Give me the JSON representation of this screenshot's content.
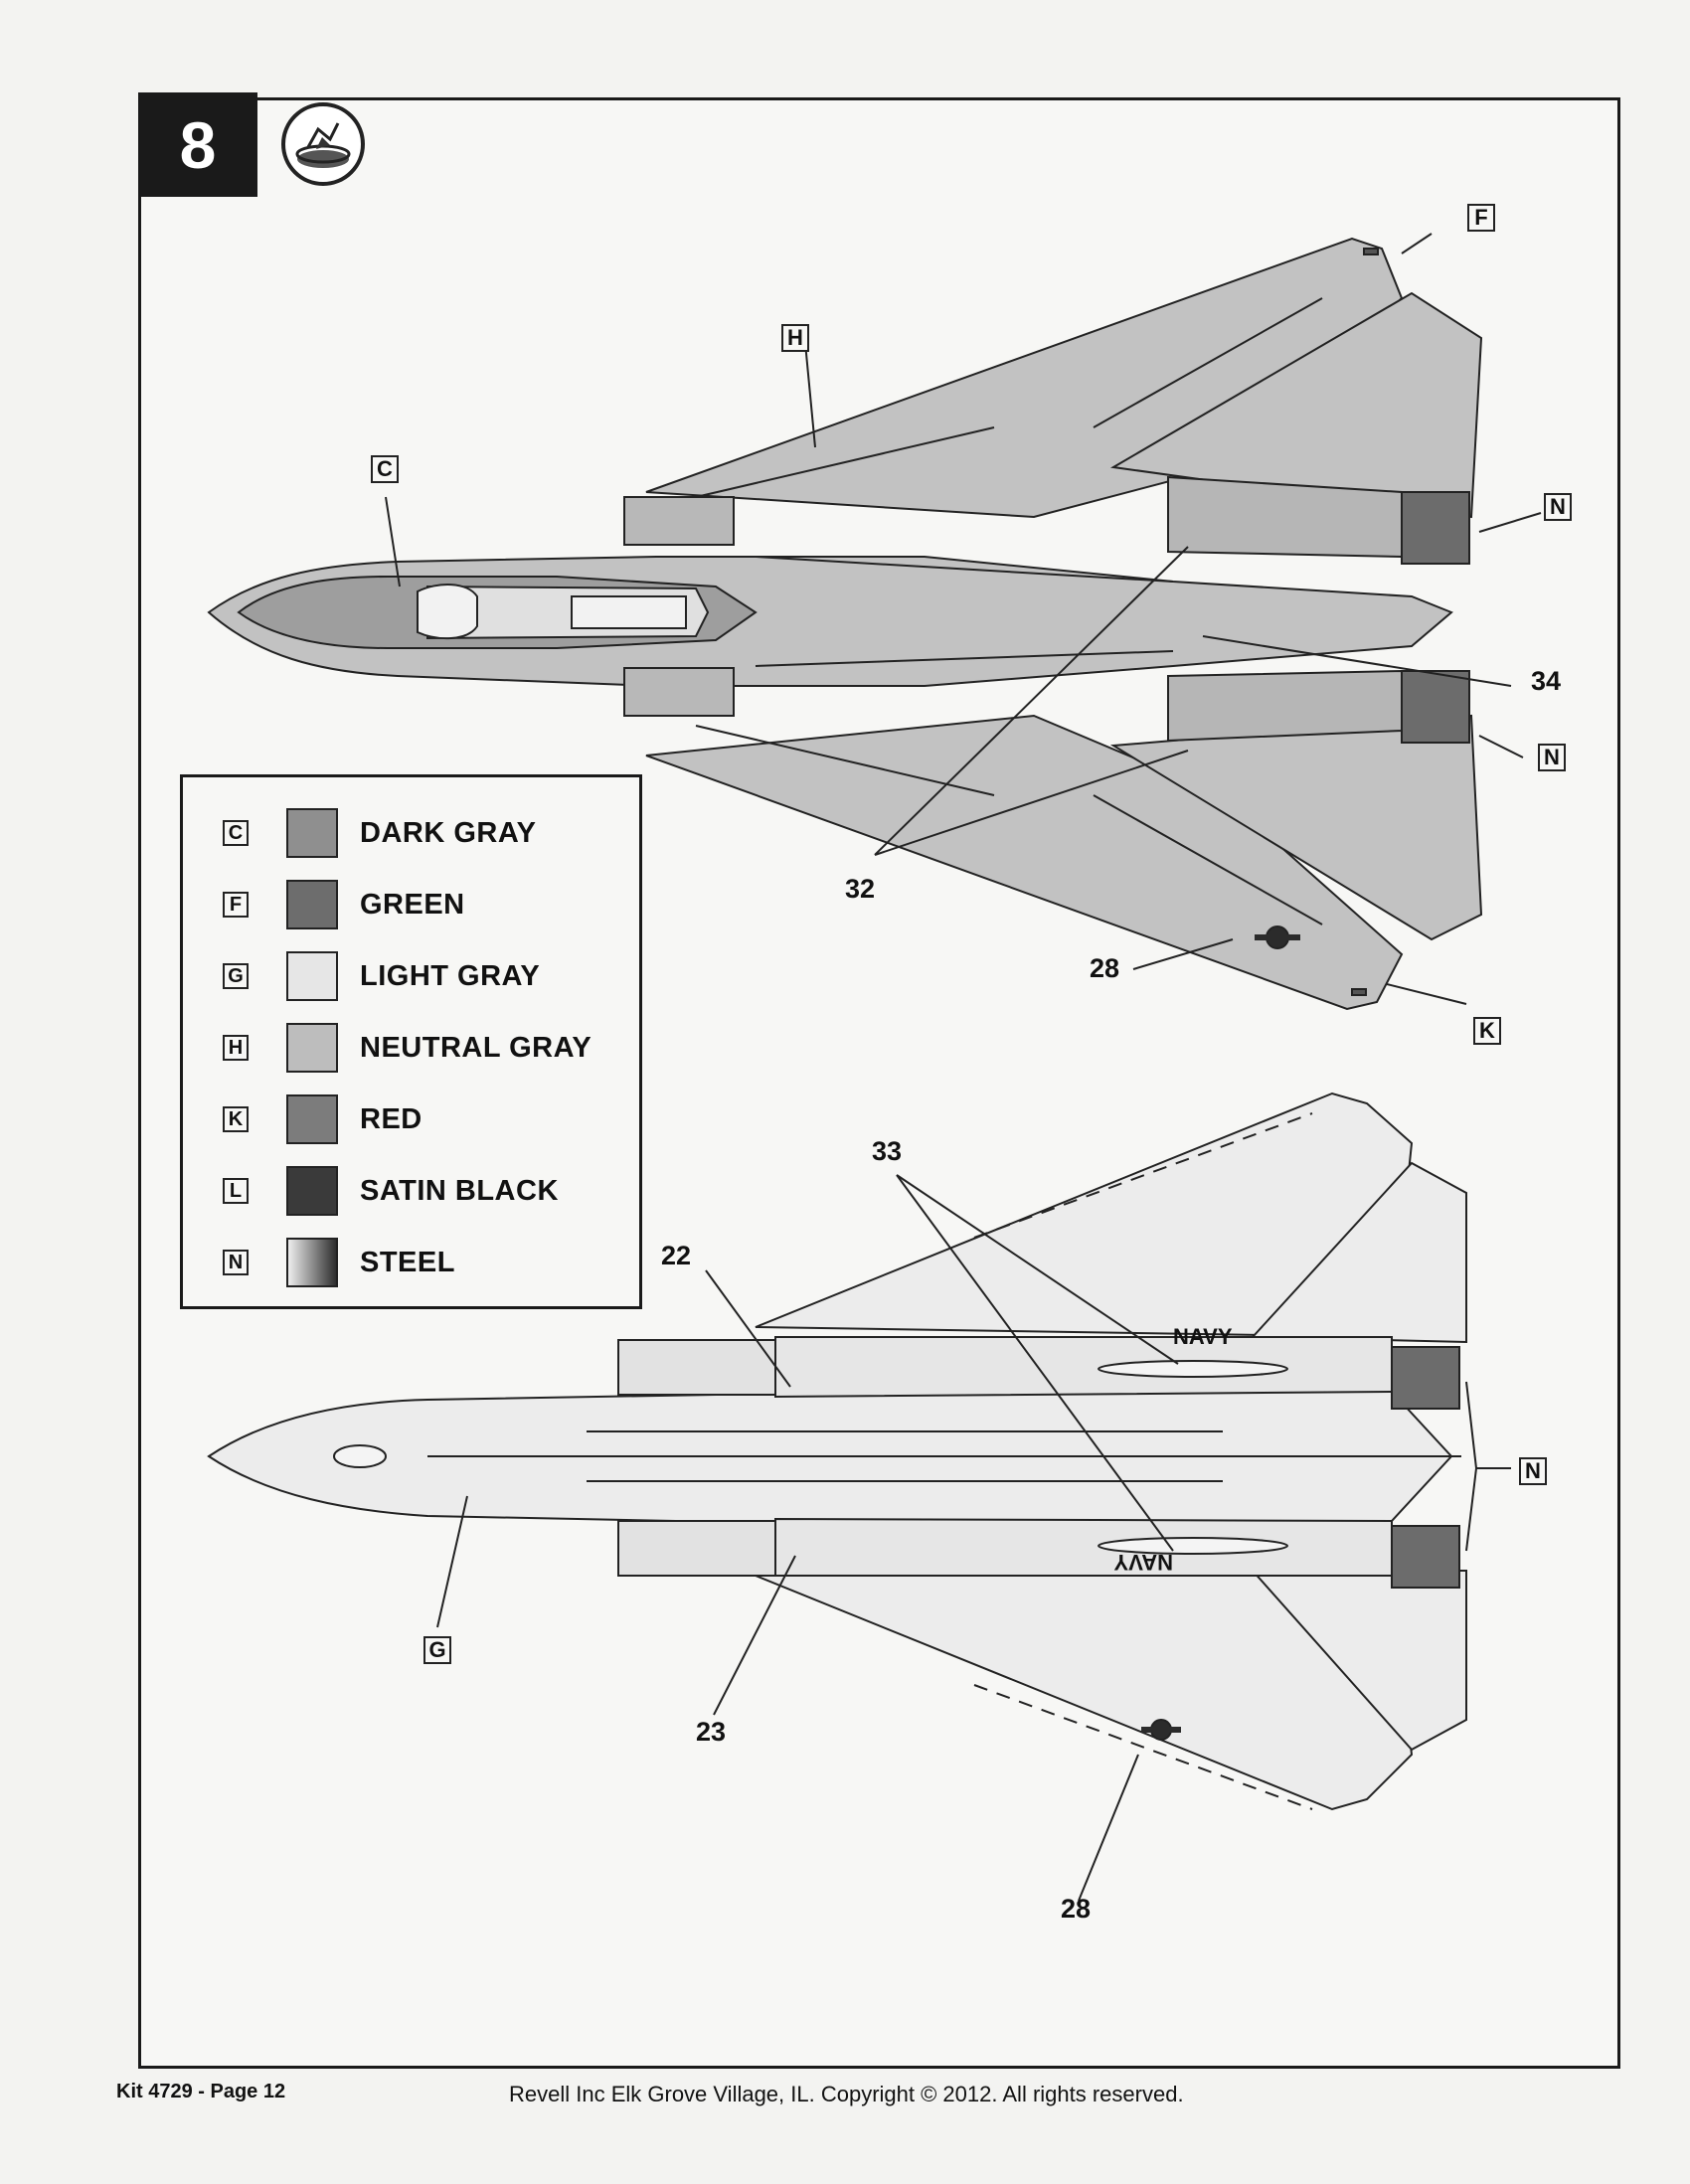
{
  "step": {
    "number": "8",
    "icon": "decal-water-bowl-icon"
  },
  "legend": {
    "items": [
      {
        "code": "C",
        "name": "DARK GRAY",
        "color": "#8f8f8f"
      },
      {
        "code": "F",
        "name": "GREEN",
        "color": "#6d6d6d"
      },
      {
        "code": "G",
        "name": "LIGHT GRAY",
        "color": "#e6e6e6"
      },
      {
        "code": "H",
        "name": "NEUTRAL GRAY",
        "color": "#bdbdbd"
      },
      {
        "code": "K",
        "name": "RED",
        "color": "#7c7c7c"
      },
      {
        "code": "L",
        "name": "SATIN BLACK",
        "color": "#3a3a3a"
      },
      {
        "code": "N",
        "name": "STEEL",
        "color": "#7a7a7a"
      }
    ]
  },
  "top_view": {
    "callouts": {
      "c": "C",
      "f": "F",
      "h": "H",
      "n1": "N",
      "n2": "N",
      "k": "K"
    },
    "decals": {
      "d34": "34",
      "d32": "32",
      "d28": "28"
    }
  },
  "bottom_view": {
    "callouts": {
      "g": "G",
      "n": "N"
    },
    "decals": {
      "d33": "33",
      "d22": "22",
      "d23": "23",
      "d28": "28"
    },
    "markings": {
      "navy_top": "NAVY",
      "navy_bottom": "NAVY"
    }
  },
  "footer": {
    "kit_page": "Kit 4729 - Page 12",
    "copyright": "Revell Inc Elk Grove Village, IL. Copyright © 2012.  All rights reserved."
  }
}
